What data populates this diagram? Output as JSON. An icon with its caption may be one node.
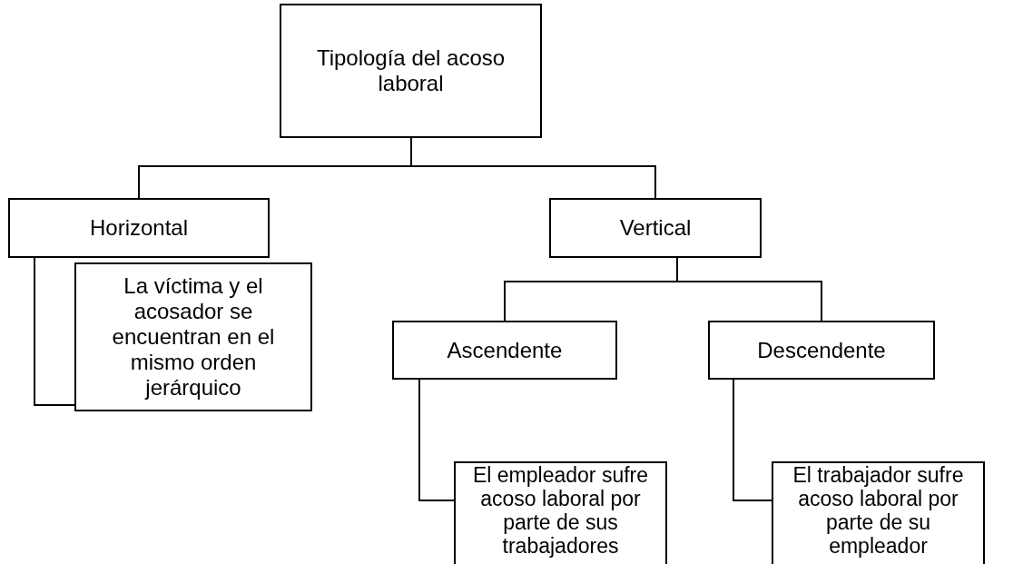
{
  "diagram": {
    "nodes": [
      {
        "text": [
          "Tipología del acoso laboral"
        ]
      },
      {
        "text": [
          "Horizontal"
        ]
      },
      {
        "text": [
          "Vertical"
        ]
      },
      {
        "text": [
          "La víctima y el acosador se encuentran en el mismo orden jerárquico"
        ]
      },
      {
        "text": [
          "Ascendente"
        ]
      },
      {
        "text": [
          "Descendente"
        ]
      },
      {
        "text": [
          "El empleador sufre acoso laboral por parte de sus trabajadores"
        ]
      },
      {
        "text": [
          "El trabajador sufre acoso laboral por parte de su empleador"
        ]
      }
    ],
    "edges": [
      {
        "from": 0,
        "to": 1,
        "arrow": "none"
      },
      {
        "from": 0,
        "to": 2,
        "arrow": "none"
      },
      {
        "from": 1,
        "to": 3,
        "arrow": "none"
      },
      {
        "from": 2,
        "to": 4,
        "arrow": "none"
      },
      {
        "from": 2,
        "to": 5,
        "arrow": "none"
      },
      {
        "from": 4,
        "to": 6,
        "arrow": "none"
      },
      {
        "from": 5,
        "to": 7,
        "arrow": "none"
      }
    ]
  }
}
